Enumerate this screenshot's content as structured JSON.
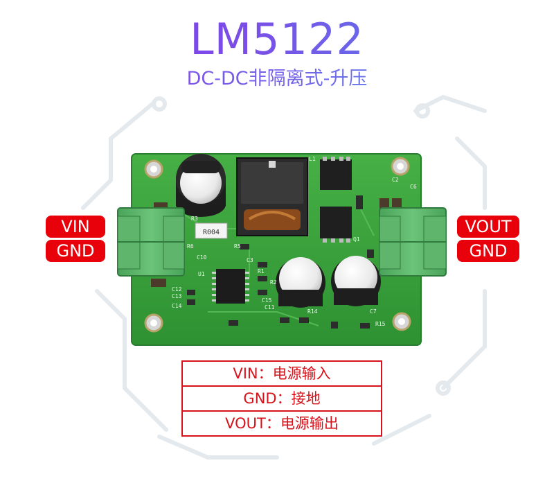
{
  "title": "LM5122",
  "subtitle": "DC-DC非隔离式-升压",
  "labels": {
    "vin": "VIN",
    "gnd_left": "GND",
    "vout": "VOUT",
    "gnd_right": "GND"
  },
  "pcb_silkscreen": {
    "r3": "R3",
    "r004": "R004",
    "r6": "R6",
    "r5": "R5",
    "c10": "C10",
    "c3": "C3",
    "r1": "R1",
    "r2": "R2",
    "u1": "U1",
    "c12": "C12",
    "c13": "C13",
    "c14": "C14",
    "c15": "C15",
    "c2": "C2",
    "c7": "C7",
    "c11": "C11",
    "r14": "R14",
    "r15": "R15",
    "l1": "L1",
    "q1": "Q1",
    "c6": "C6"
  },
  "legend": [
    "VIN：电源输入",
    "GND：接地",
    "VOUT：电源输出"
  ],
  "colors": {
    "pcb": "#3da63a",
    "terminal": "#58b063",
    "tag_red": "#e8000a"
  }
}
